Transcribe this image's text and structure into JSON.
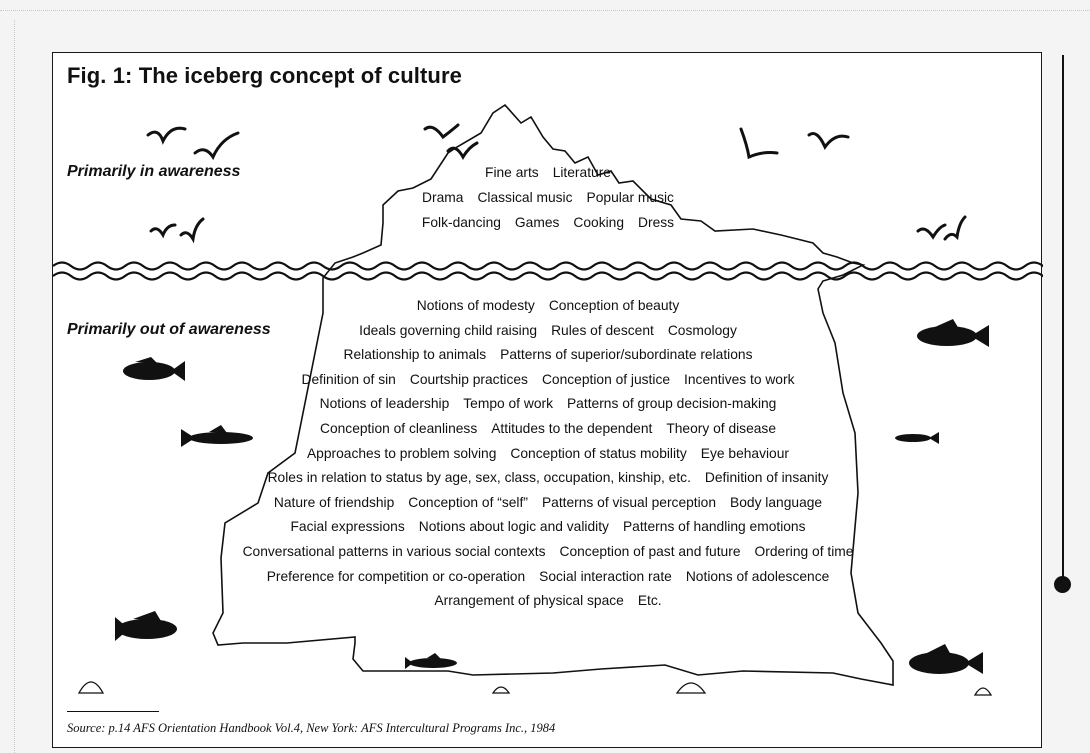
{
  "figure": {
    "title": "Fig. 1: The iceberg concept of culture",
    "zone_top": "Primarily in awareness",
    "zone_bottom": "Primarily out of awareness",
    "above_water": [
      [
        "Fine arts",
        "Literature"
      ],
      [
        "Drama",
        "Classical music",
        "Popular music"
      ],
      [
        "Folk-dancing",
        "Games",
        "Cooking",
        "Dress"
      ]
    ],
    "below_water": [
      [
        "Notions of modesty",
        "Conception of beauty"
      ],
      [
        "Ideals governing child raising",
        "Rules of descent",
        "Cosmology"
      ],
      [
        "Relationship to animals",
        "Patterns of superior/subordinate relations"
      ],
      [
        "Definition of sin",
        "Courtship practices",
        "Conception of justice",
        "Incentives to work"
      ],
      [
        "Notions of leadership",
        "Tempo of work",
        "Patterns of group decision-making"
      ],
      [
        "Conception of cleanliness",
        "Attitudes to the dependent",
        "Theory of disease"
      ],
      [
        "Approaches to problem solving",
        "Conception of status mobility",
        "Eye behaviour"
      ],
      [
        "Roles in relation to status by age, sex, class, occupation, kinship, etc.",
        "Definition of insanity"
      ],
      [
        "Nature of friendship",
        "Conception of “self”",
        "Patterns of visual perception",
        "Body language"
      ],
      [
        "Facial expressions",
        "Notions about logic and validity",
        "Patterns of handling emotions"
      ],
      [
        "Conversational patterns in various social contexts",
        "Conception of past and future",
        "Ordering of time"
      ],
      [
        "Preference for competition or co-operation",
        "Social interaction rate",
        "Notions of adolescence"
      ],
      [
        "Arrangement of physical space",
        "Etc."
      ]
    ],
    "source": "Source: p.14 AFS Orientation Handbook Vol.4, New York: AFS Intercultural Programs Inc., 1984"
  }
}
